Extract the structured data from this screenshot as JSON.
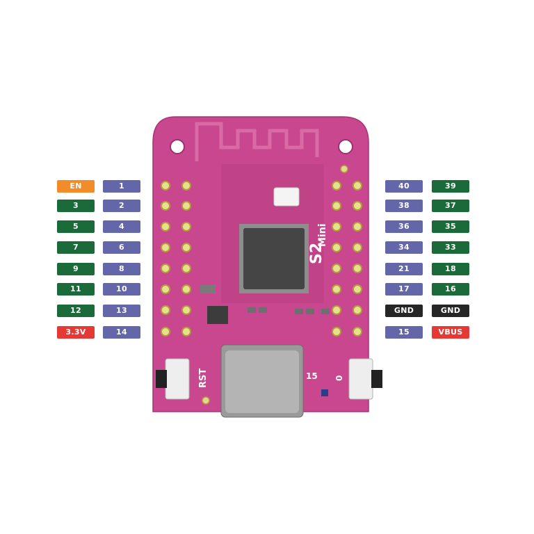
{
  "title": "",
  "board": {
    "name_main": "S2",
    "name_sub": "Mini",
    "rst_label": "RST",
    "pin15_label": "15",
    "pin0_label": "0"
  },
  "colors": {
    "gpio": "#6366a8",
    "gpio_alt": "#1b6a3a",
    "enable": "#f28c28",
    "power_3v3": "#e53935",
    "vbus": "#e53935",
    "ground": "#262626",
    "board": "#c8478f"
  },
  "left_outer": [
    "EN",
    "3",
    "5",
    "7",
    "9",
    "11",
    "12",
    "3.3V"
  ],
  "left_inner": [
    "1",
    "2",
    "4",
    "6",
    "8",
    "10",
    "13",
    "14"
  ],
  "right_inner": [
    "40",
    "38",
    "36",
    "34",
    "21",
    "17",
    "GND",
    "15"
  ],
  "right_outer": [
    "39",
    "37",
    "35",
    "33",
    "18",
    "16",
    "GND",
    "VBUS"
  ]
}
